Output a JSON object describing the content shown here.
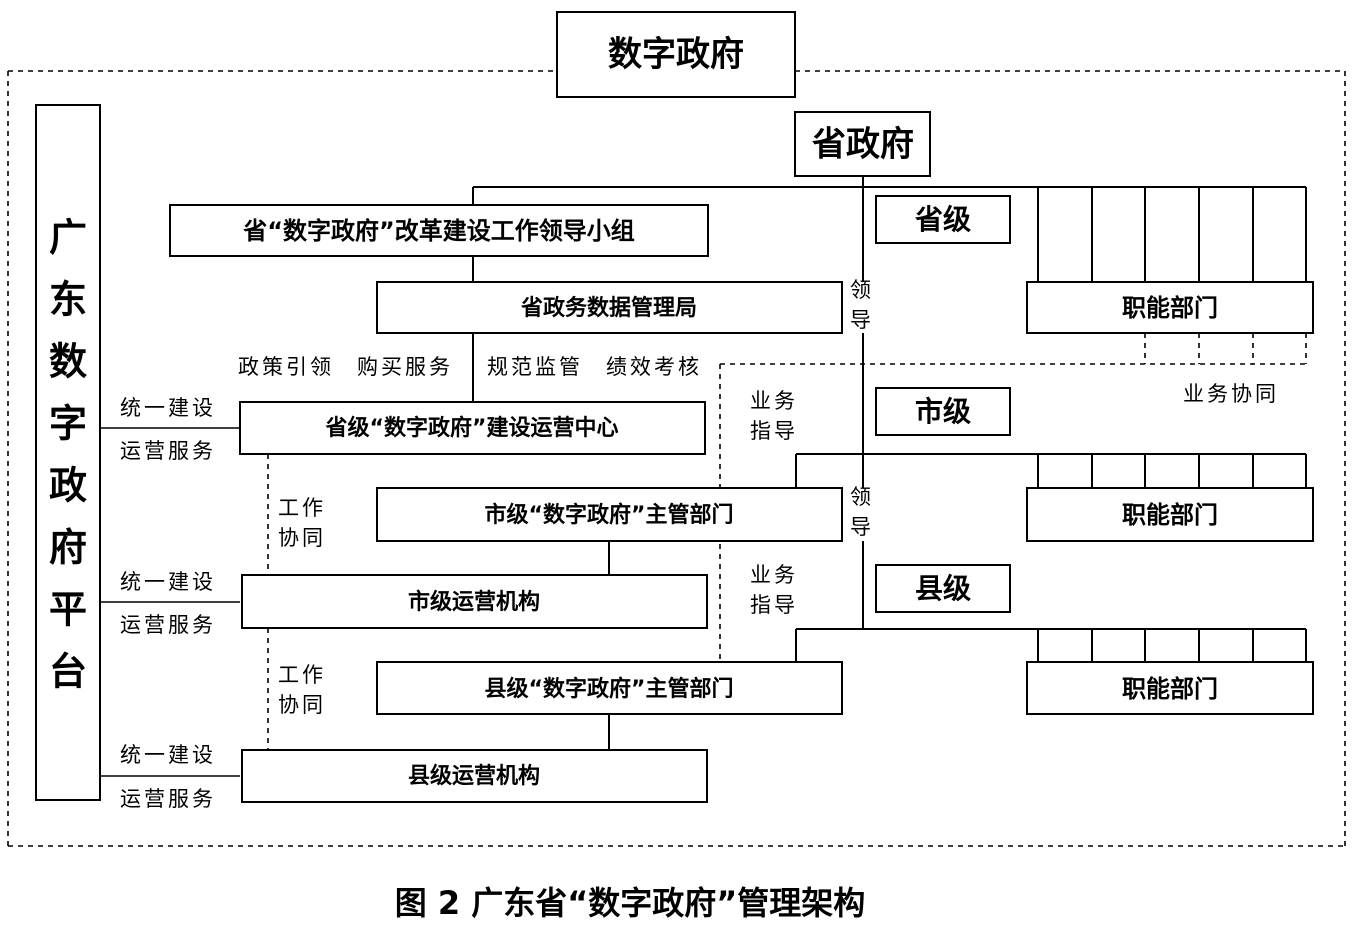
{
  "title": "数字政府",
  "platform": {
    "chars": [
      "广",
      "东",
      "数",
      "字",
      "政",
      "府",
      "平",
      "台"
    ]
  },
  "province_gov": "省政府",
  "org": {
    "leading_group": "省“数字政府”改革建设工作领导小组",
    "data_bureau": "省政务数据管理局",
    "prov_center": "省级“数字政府”建设运营中心",
    "city_dept": "市级“数字政府”主管部门",
    "city_ops": "市级运营机构",
    "county_dept": "县级“数字政府”主管部门",
    "county_ops": "县级运营机构"
  },
  "levels": {
    "province": "省级",
    "city": "市级",
    "county": "县级"
  },
  "functional_dept": "职能部门",
  "notes": {
    "policy": "政策引领",
    "purchase": "购买服务",
    "regulate": "规范监管",
    "performance": "绩效考核",
    "unified_build": "统一建设",
    "ops_service": "运营服务",
    "work": "工作",
    "collab": "协同",
    "business": "业务",
    "guide": "指导",
    "lead1": "领",
    "lead2": "导",
    "business_collab": "业务协同"
  },
  "caption": "图 2  广东省“数字政府”管理架构"
}
